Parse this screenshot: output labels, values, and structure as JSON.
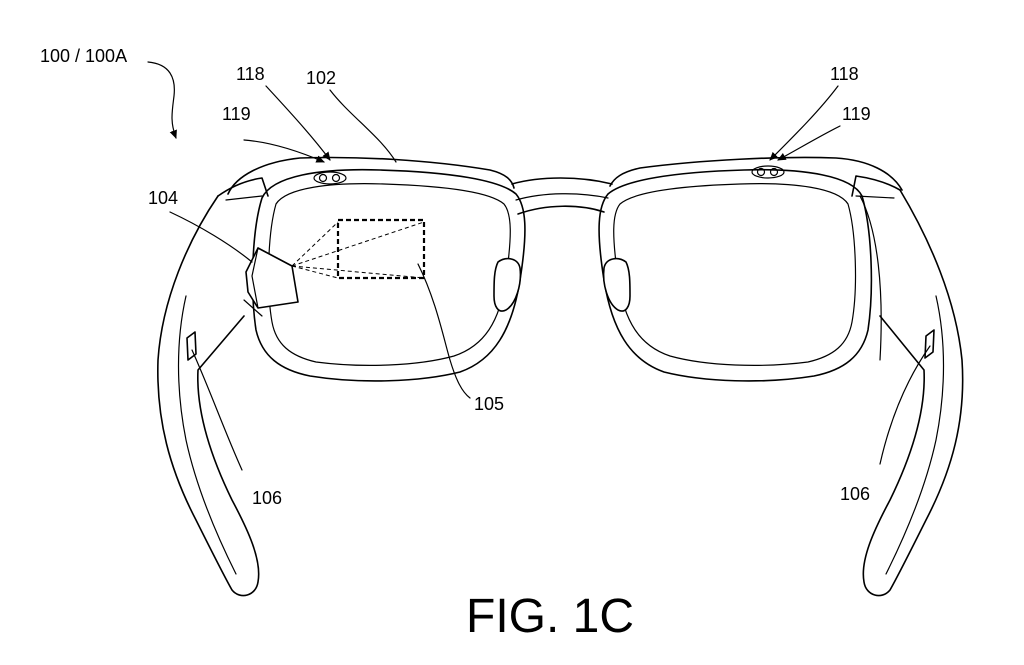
{
  "figure": {
    "caption": "FIG. 1C",
    "labels": {
      "device": "100 / 100A",
      "frame": "102",
      "projector": "104",
      "display_region": "105",
      "sensor_left": "106",
      "sensor_right": "106",
      "camera_left": "118",
      "camera_right": "118",
      "light_left": "119",
      "light_right": "119"
    }
  }
}
